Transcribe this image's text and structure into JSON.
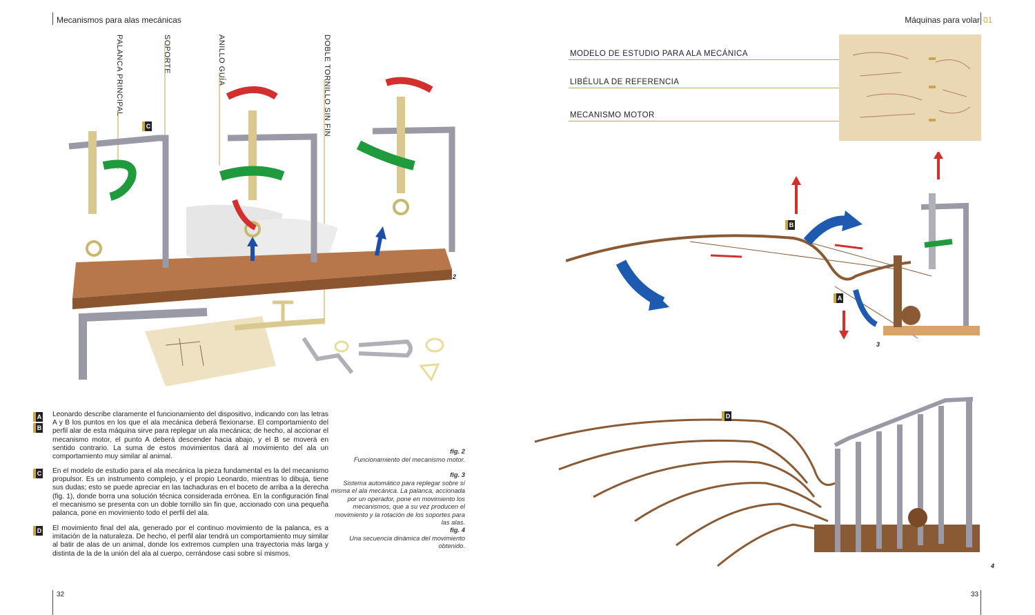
{
  "left_page": {
    "running_head": "Mecanismos para alas mecánicas",
    "page_number": "32",
    "figure_number": "2",
    "callouts": [
      "PALANCA PRINCIPAL",
      "SOPORTE",
      "ANILLO GUÍA",
      "DOBLE TORNILLO SIN FIN"
    ],
    "marker_c": "C",
    "paragraphs": [
      {
        "markers": [
          "A",
          "B"
        ],
        "text": "Leonardo describe claramente el funcionamiento del dispositivo, indicando con las letras A y B los puntos en los que el ala mecánica deberá flexionarse. El comportamiento del perfil alar de esta máquina sirve para replegar un ala mecánica; de hecho, al accionar el mecanismo motor, el punto A deberá descender hacia abajo, y el B se moverá en sentido contrario. La suma de estos movimientos dará al movimiento del ala un comportamiento muy similar al animal."
      },
      {
        "markers": [
          "C"
        ],
        "text": "En el modelo de estudio para el ala mecánica la pieza fundamental es la del mecanismo propulsor. Es un instrumento complejo, y el propio Leonardo, mientras lo dibuja, tiene sus dudas; esto se puede apreciar en las tachaduras en el boceto de arriba a la derecha (fig. 1), donde borra una solución técnica considerada errónea. En la configuración final el mecanismo se presenta con un doble tornillo sin fin que, accionado con una pequeña palanca, pone en movimiento todo el perfil del ala."
      },
      {
        "markers": [
          "D"
        ],
        "text": "El movimiento final del ala, generado por el continuo movimiento de la palanca, es a imitación de la naturaleza. De hecho, el perfil alar tendrá un comportamiento muy similar al batir de alas de un animal, donde los extremos cumplen una trayectoria más larga y distinta de la de la unión del ala al cuerpo, cerrándose casi sobre sí mismos."
      }
    ],
    "captions": [
      {
        "fig": "fig. 2",
        "text": "Funcionamiento del mecanismo motor."
      },
      {
        "fig": "fig. 3",
        "text": "Sistema automático para replegar sobre sí misma el ala mecánica. La palanca, accionada por un operador, pone en movimiento los mecanismos, que a su vez producen el movimiento y la rotación de los soportes para las alas."
      },
      {
        "fig": "fig. 4",
        "text": "Una secuencia dinámica del movimiento obtenido."
      }
    ]
  },
  "right_page": {
    "running_head": "Máquinas para volar",
    "chapter": "01",
    "page_number": "33",
    "callouts": [
      "MODELO DE ESTUDIO PARA ALA MECÁNICA",
      "LIBÉLULA DE REFERENCIA",
      "MECANISMO MOTOR"
    ],
    "figure_numbers": [
      "3",
      "4"
    ],
    "markers": {
      "b": "B",
      "a": "A",
      "d": "D"
    }
  }
}
